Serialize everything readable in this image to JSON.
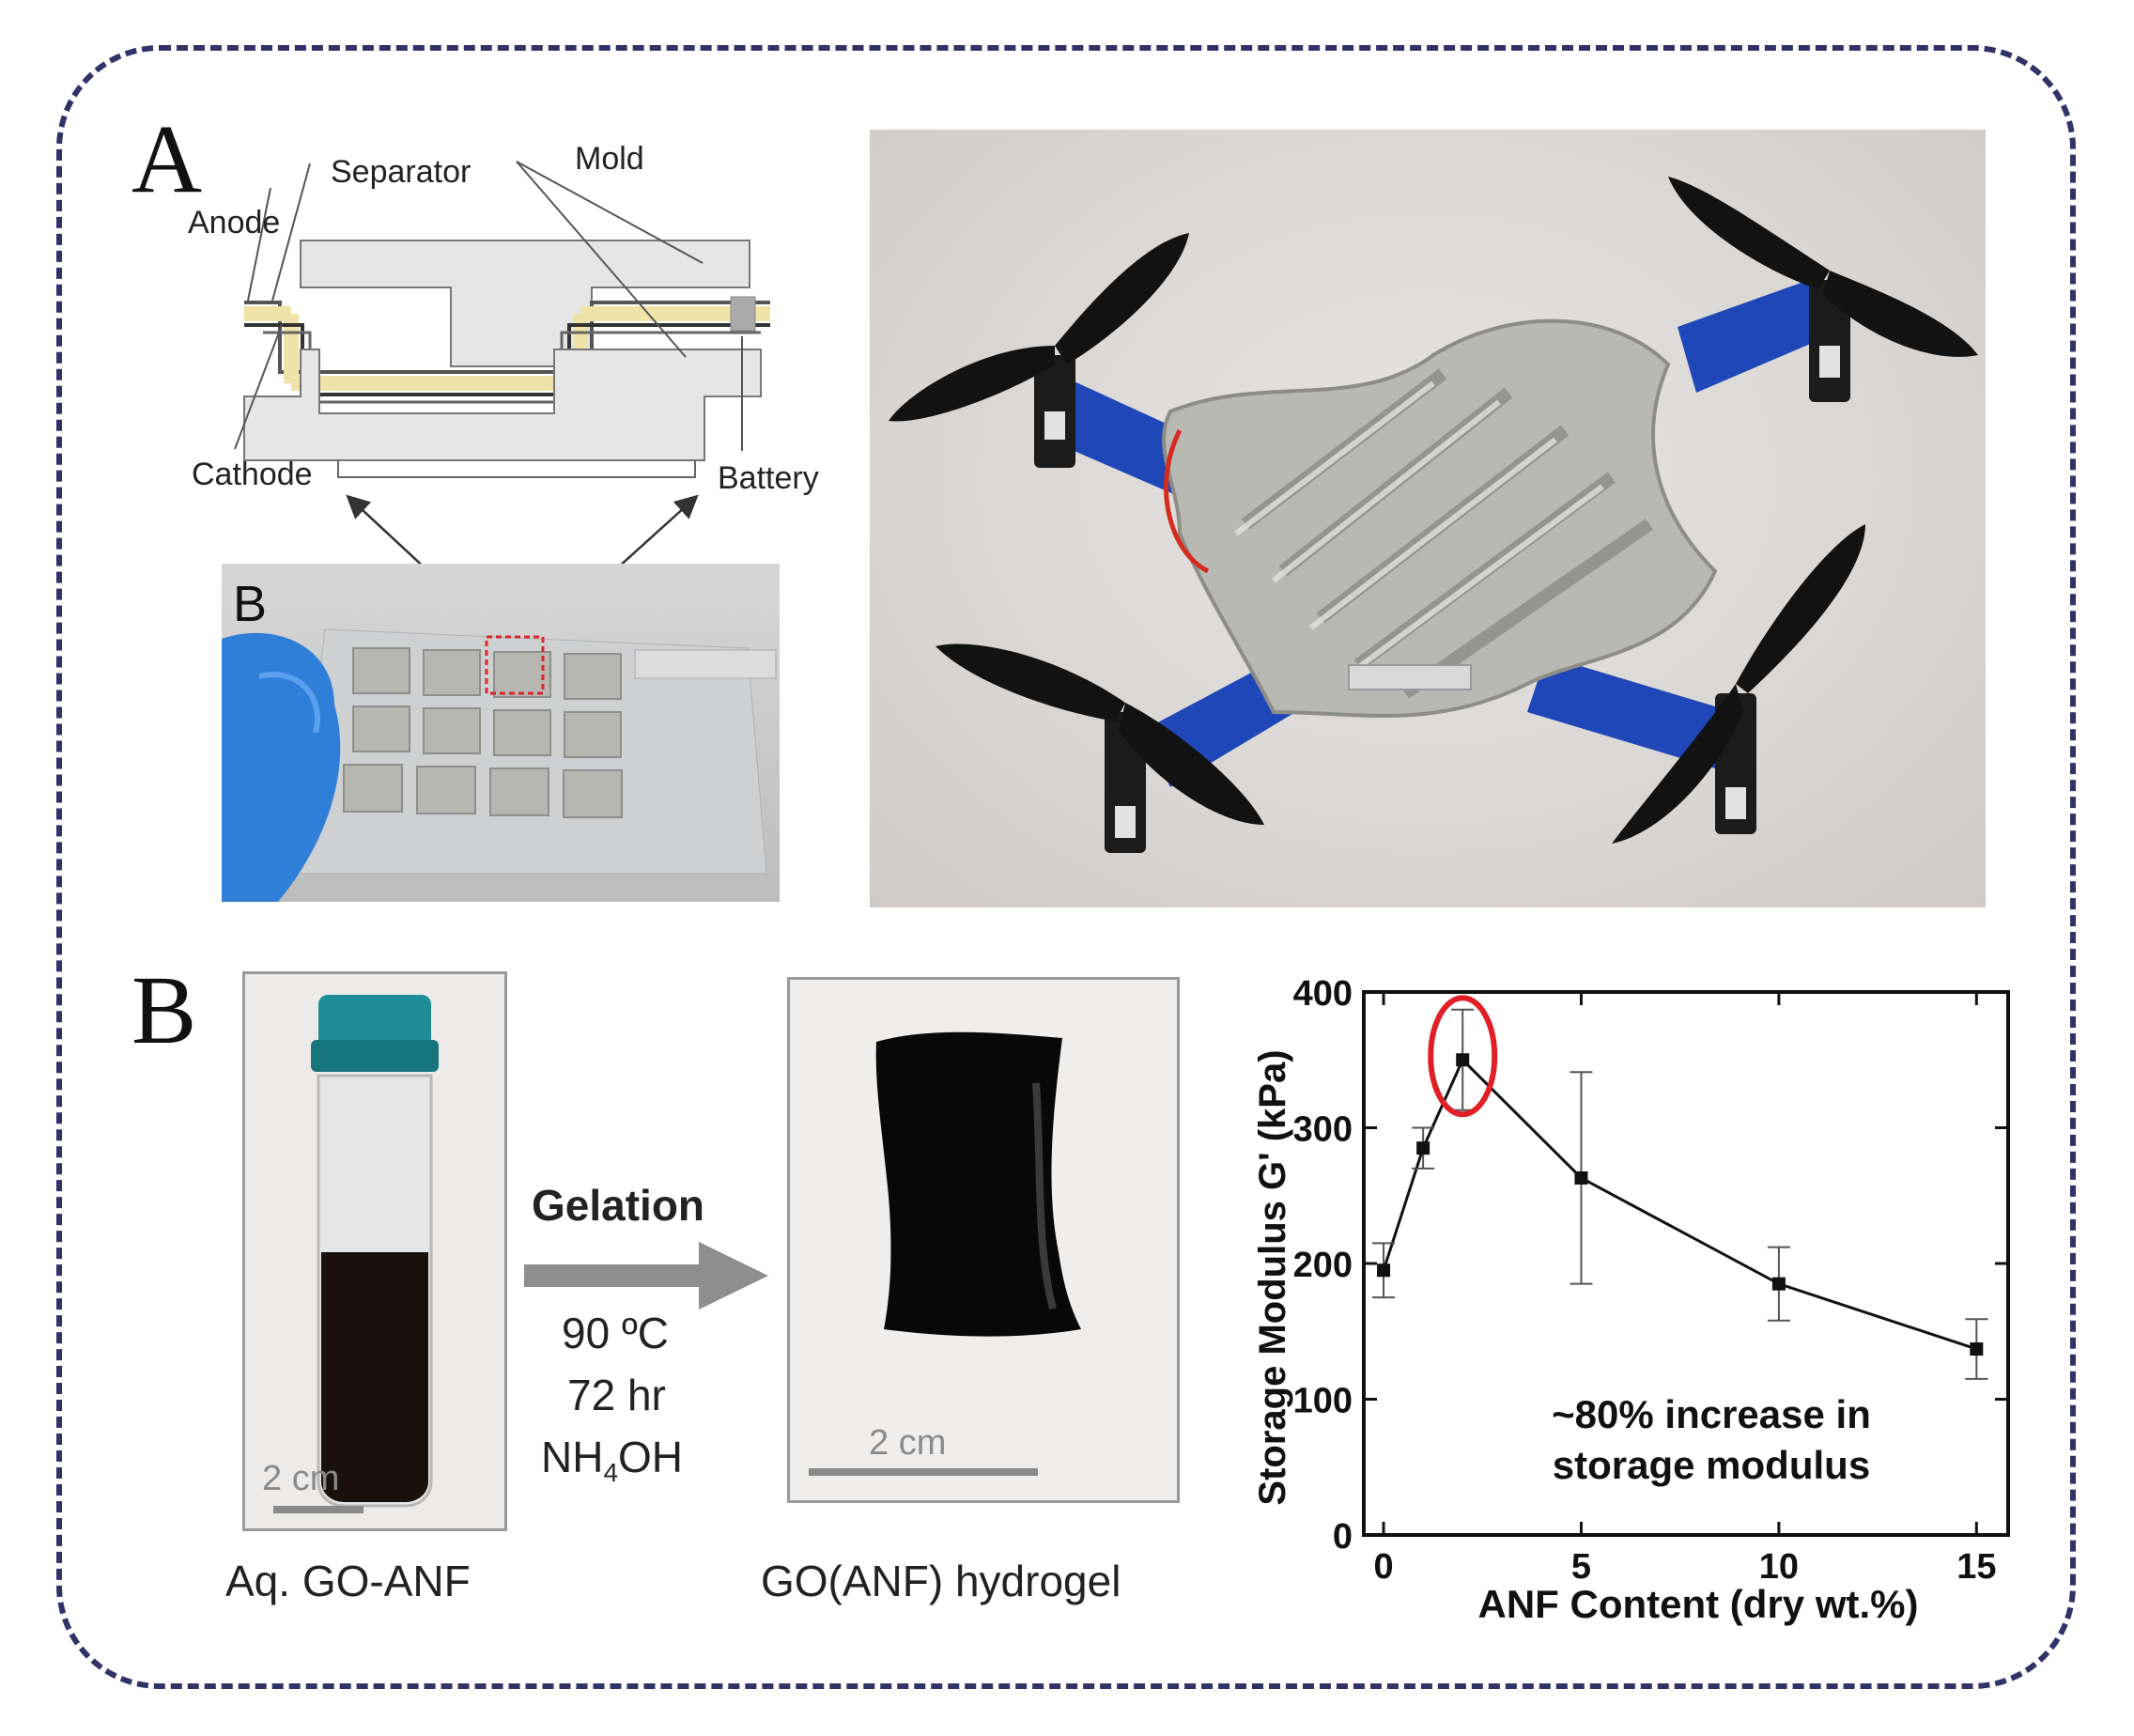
{
  "panel_a": {
    "letter": "A",
    "diagram": {
      "labels": {
        "separator": "Separator",
        "mold": "Mold",
        "anode": "Anode",
        "cathode": "Cathode",
        "battery": "Battery"
      }
    },
    "inset_photo": {
      "letter": "B"
    }
  },
  "panel_b": {
    "letter": "B",
    "vial_photo": {
      "scale": "2 cm",
      "caption": "Aq. GO-ANF"
    },
    "process": {
      "title": "Gelation",
      "temperature": "90 ºC",
      "time": "72 hr",
      "reagent_main": "NH",
      "reagent_sub": "4",
      "reagent_tail": "OH"
    },
    "hydrogel_photo": {
      "scale": "2 cm",
      "caption": "GO(ANF) hydrogel"
    }
  },
  "chart_data": {
    "type": "line",
    "xlabel": "ANF Content (dry wt.%)",
    "ylabel": "Storage Modulus G' (kPa)",
    "xlim": [
      -0.5,
      15.8
    ],
    "ylim": [
      0,
      400
    ],
    "xticks": [
      "0",
      "5",
      "10",
      "15"
    ],
    "yticks": [
      "0",
      "100",
      "200",
      "300",
      "400"
    ],
    "x": [
      0,
      1,
      2,
      5,
      10,
      15
    ],
    "y": [
      195,
      285,
      350,
      263,
      185,
      137
    ],
    "err": [
      20,
      15,
      37,
      78,
      27,
      22
    ],
    "annotation_line1": "~80% increase in",
    "annotation_line2": "storage modulus",
    "highlight_x": 2,
    "highlight_color": "#e01f26"
  },
  "colors": {
    "frame": "#2f3368",
    "separator_layer": "#efe3a8",
    "glove": "#2f7fd8",
    "drone_tape": "#1f47b8",
    "vial_cap": "#1e8d95"
  }
}
